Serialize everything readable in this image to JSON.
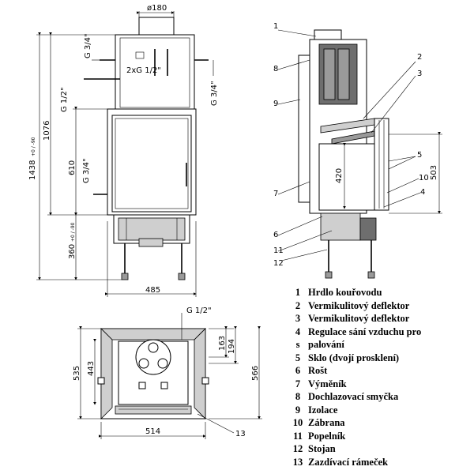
{
  "front_view": {
    "flue_diameter": "ø180",
    "connection_top_left": "G 3/4\"",
    "connection_top_center": "2xG 1/2\"",
    "connection_right": "G 3/4\"",
    "connection_left_mid": "G 1/2\"",
    "connection_left_low": "G 3/4\"",
    "height_total": "1438",
    "height_total_tolerance": "+0 / -90",
    "height_body": "1076",
    "height_610": "610",
    "height_stand": "360",
    "height_stand_tolerance": "+0 / -90",
    "width": "485"
  },
  "side_view": {
    "door_height": "420",
    "height_503": "503",
    "callouts": [
      "1",
      "2",
      "3",
      "4",
      "5",
      "6",
      "7",
      "8",
      "9",
      "10",
      "11",
      "12"
    ]
  },
  "top_view": {
    "connection": "G 1/2\"",
    "dim_535": "535",
    "dim_443": "443",
    "dim_163": "163",
    "dim_194": "194",
    "dim_566": "566",
    "width": "514",
    "callout_13": "13"
  },
  "legend": [
    {
      "num": "1",
      "text": "Hrdlo kouřovodu"
    },
    {
      "num": "2",
      "text": "Vermikulitový deflektor"
    },
    {
      "num": "3",
      "text": "Vermikulitový deflektor"
    },
    {
      "num": "4",
      "text": "Regulace sání vzduchu pro"
    },
    {
      "num": "s",
      "text": "palování"
    },
    {
      "num": "5",
      "text": "Sklo (dvojí prosklení)"
    },
    {
      "num": "6",
      "text": "Rošt"
    },
    {
      "num": "7",
      "text": "Výměník"
    },
    {
      "num": "8",
      "text": "Dochlazovací smyčka"
    },
    {
      "num": "9",
      "text": "Izolace"
    },
    {
      "num": "10",
      "text": "Zábrana"
    },
    {
      "num": "11",
      "text": "Popelník"
    },
    {
      "num": "12",
      "text": "Stojan"
    },
    {
      "num": "13",
      "text": "Zazdívací rámeček"
    }
  ]
}
